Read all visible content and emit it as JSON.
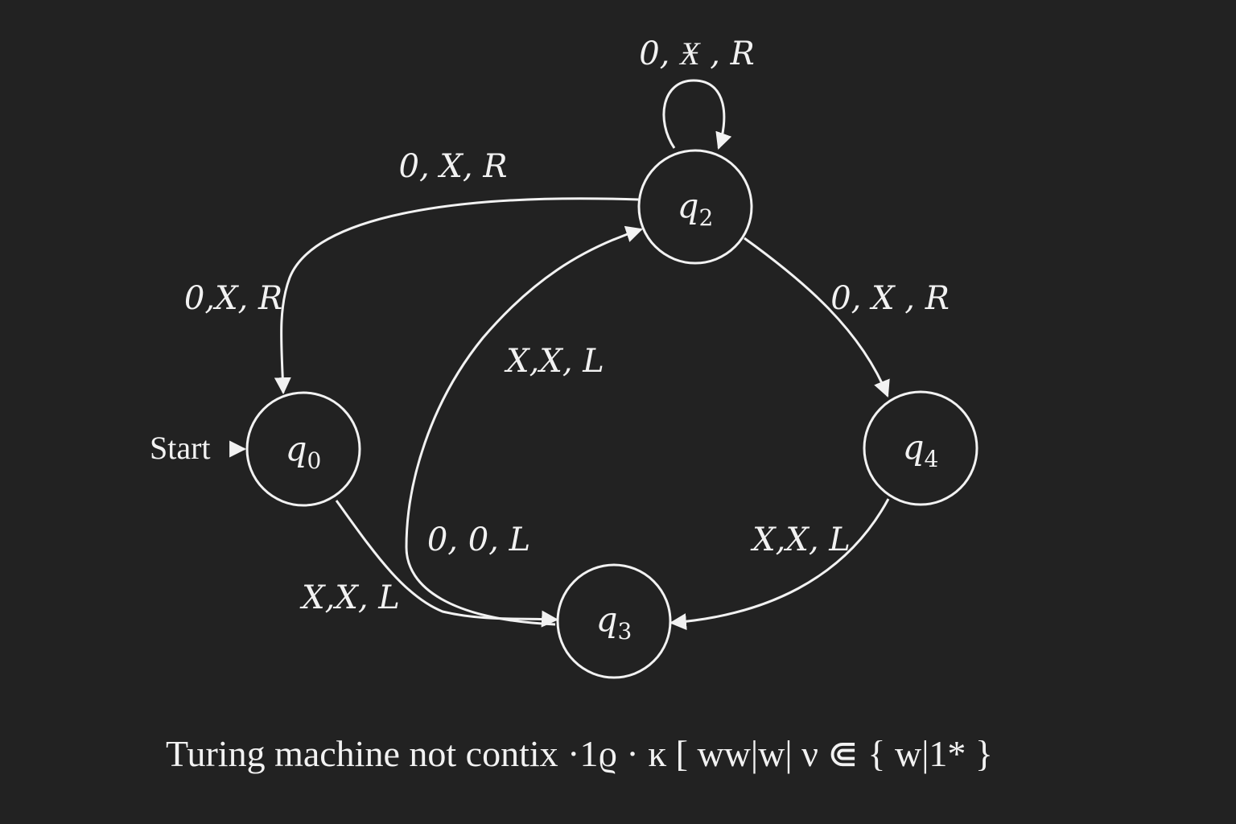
{
  "diagram": {
    "colors": {
      "background": "#222222",
      "stroke": "#f2f2f2",
      "text": "#f2f2f2"
    },
    "start_label": "Start",
    "states": {
      "q0": {
        "name": "q",
        "sub": "0"
      },
      "q2": {
        "name": "q",
        "sub": "2"
      },
      "q3": {
        "name": "q",
        "sub": "3"
      },
      "q4": {
        "name": "q",
        "sub": "4"
      }
    },
    "transitions": {
      "q2_loop": "0, Ӿ , R",
      "q2_to_q0_top": "0, X, R",
      "q2_to_q0_left": "0,X, R",
      "q2_to_q4": "0, X , R",
      "q3_to_q2": "X,X, L",
      "q2_to_q3": "0, 0, L",
      "q4_to_q3": "X,X, L",
      "q0_to_q3": "X,X, L"
    },
    "caption": "Turing machine not contix ·1ϱ · ĸ [ ww|w|  ν ⋐ { w|1* }"
  }
}
